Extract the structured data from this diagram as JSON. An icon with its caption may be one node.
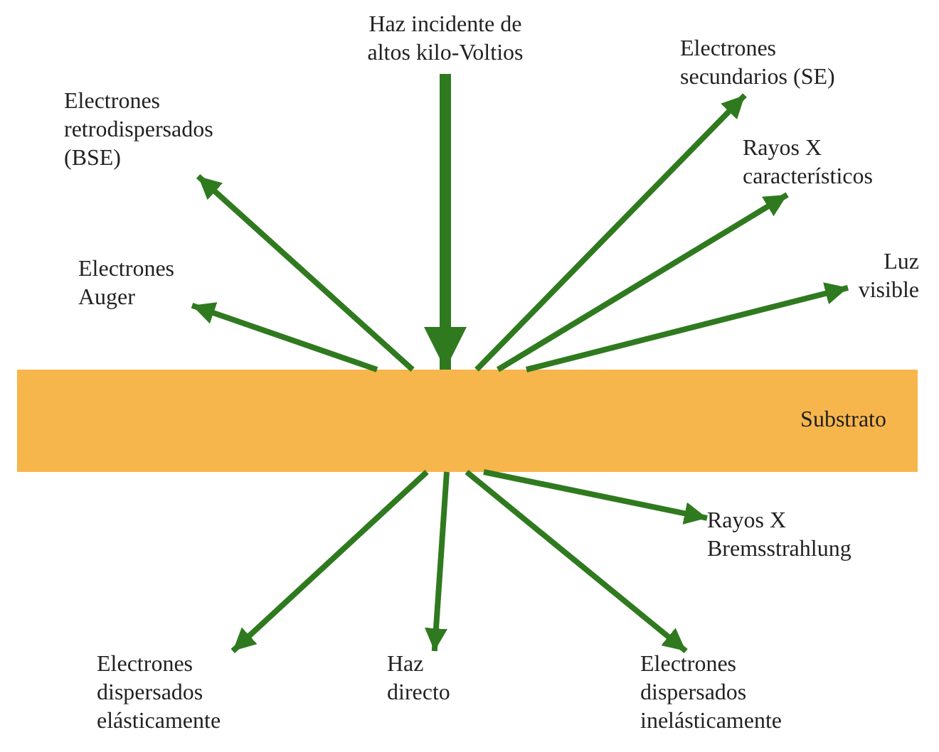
{
  "diagram": {
    "nodes": [
      {
        "text": [
          "Haz incidente de altos kilo-Voltios"
        ]
      },
      {
        "text": [
          "Electrones retrodispersados (BSE)"
        ]
      },
      {
        "text": [
          "Electrones secundarios (SE)"
        ]
      },
      {
        "text": [
          "Rayos X característicos"
        ]
      },
      {
        "text": [
          "Electrones Auger"
        ]
      },
      {
        "text": [
          "Luz visible"
        ]
      },
      {
        "text": [
          "Substrato"
        ]
      },
      {
        "text": [
          "Rayos X Bremsstrahlung"
        ]
      },
      {
        "text": [
          "Electrones dispersados elásticamente"
        ]
      },
      {
        "text": [
          "Haz directo"
        ]
      },
      {
        "text": [
          "Electrones dispersados inelásticamente"
        ]
      }
    ],
    "edges": [
      {
        "from": 0,
        "to": 6,
        "arrow": "to",
        "style": "thick"
      },
      {
        "from": 6,
        "to": 1,
        "arrow": "to"
      },
      {
        "from": 6,
        "to": 2,
        "arrow": "to"
      },
      {
        "from": 6,
        "to": 3,
        "arrow": "to"
      },
      {
        "from": 6,
        "to": 4,
        "arrow": "to"
      },
      {
        "from": 6,
        "to": 5,
        "arrow": "to"
      },
      {
        "from": 6,
        "to": 7,
        "arrow": "to"
      },
      {
        "from": 6,
        "to": 8,
        "arrow": "to"
      },
      {
        "from": 6,
        "to": 9,
        "arrow": "to"
      },
      {
        "from": 6,
        "to": 10,
        "arrow": "to"
      }
    ]
  }
}
